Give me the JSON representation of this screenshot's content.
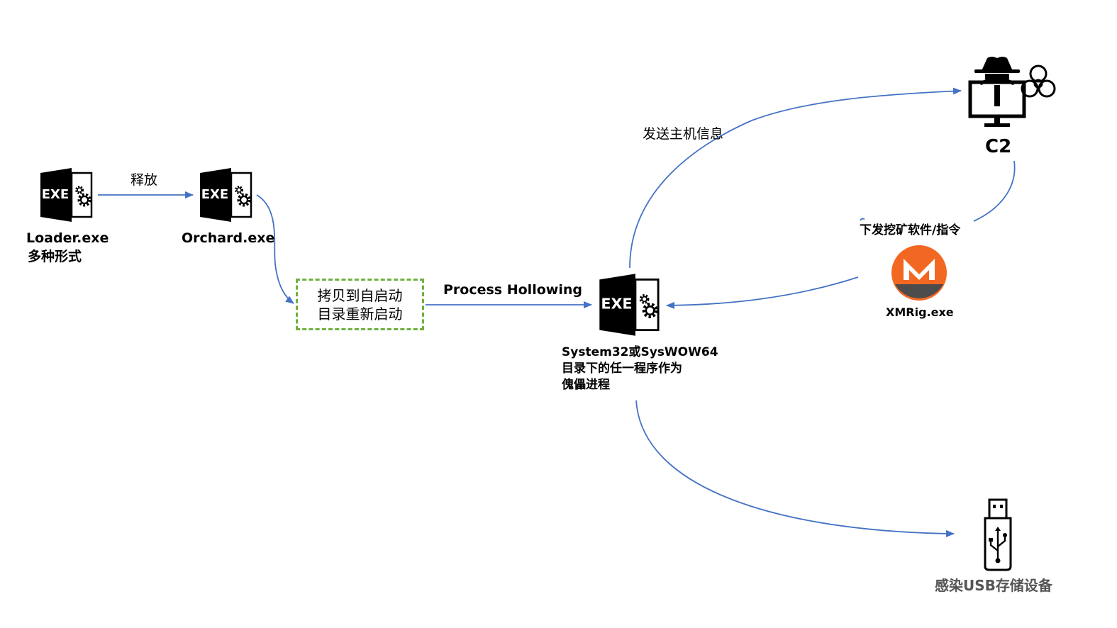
{
  "nodes": {
    "loader": {
      "label": "Loader.exe",
      "sublabel": "多种形式",
      "icon": "exe-file-icon",
      "icon_text": "EXE"
    },
    "orchard": {
      "label": "Orchard.exe",
      "icon": "exe-file-icon",
      "icon_text": "EXE"
    },
    "copy_step": {
      "line1": "拷贝到自启动",
      "line2": "目录重新启动"
    },
    "puppet": {
      "line1": "System32或SysWOW64",
      "line2": "目录下的任一程序作为",
      "line3": "傀儡进程",
      "icon": "exe-file-icon",
      "icon_text": "EXE"
    },
    "c2": {
      "label": "C2",
      "icon": "hacker-computer-icon"
    },
    "xmrig": {
      "label": "XMRig.exe",
      "icon": "monero-logo-icon"
    },
    "usb": {
      "label": "感染USB存储设备",
      "icon": "usb-drive-icon"
    }
  },
  "edges": {
    "release": "释放",
    "process_hollowing": "Process Hollowing",
    "send_host_info": "发送主机信息",
    "deliver_miner": "下发挖矿软件/指令"
  },
  "colors": {
    "arrow": "#4472c4",
    "dashed_border": "#6fb03f",
    "monero_orange": "#f26822",
    "monero_gray": "#4c4c4c",
    "usb_label": "#555555"
  }
}
